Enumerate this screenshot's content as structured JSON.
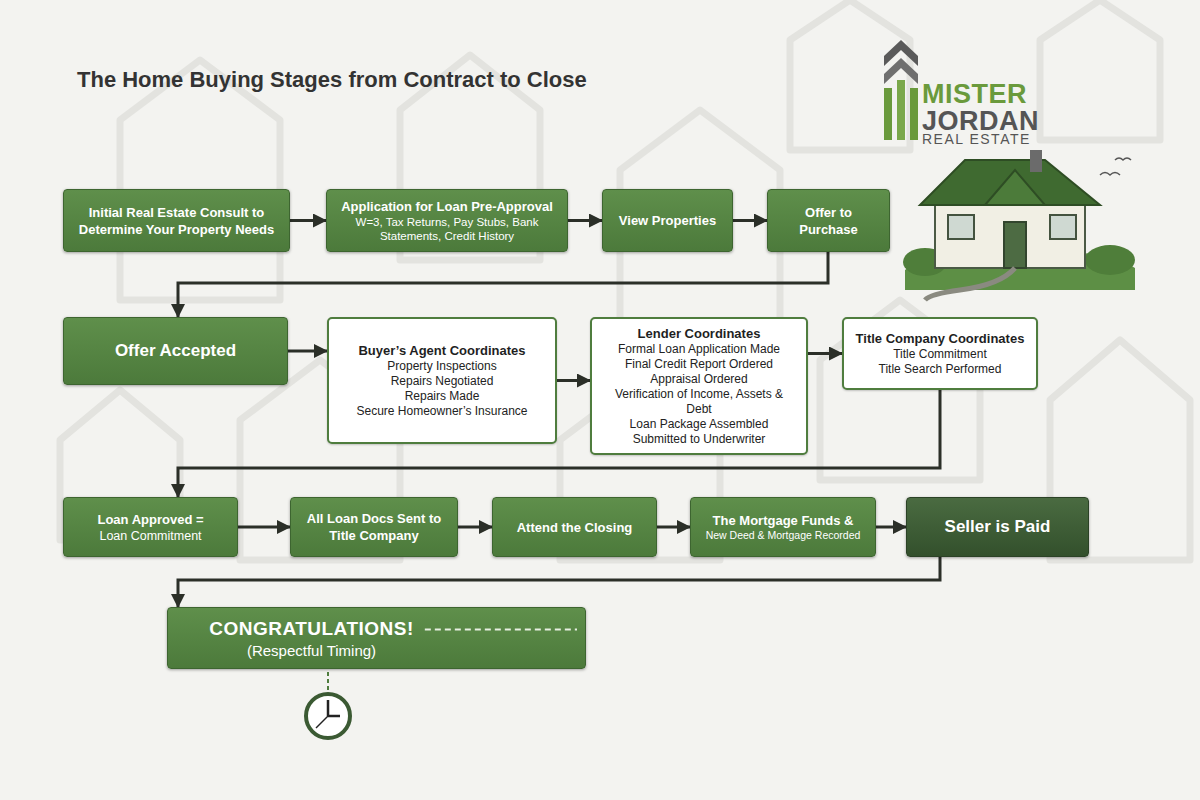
{
  "diagram": {
    "title": "The Home Buying Stages from Contract to Close",
    "nodes": [
      {
        "text": [
          "Initial Real Estate Consult to Determine Your Property Needs"
        ]
      },
      {
        "text": [
          "Application for Loan Pre-Approval",
          "W=3, Tax Returns, Pay Stubs, Bank Statements, Credit History"
        ]
      },
      {
        "text": [
          "View Properties"
        ]
      },
      {
        "text": [
          "Offer to Purchase"
        ]
      },
      {
        "text": [
          "Offer Accepted"
        ]
      },
      {
        "text": [
          "Buyer’s Agent Coordinates",
          "Property Inspections",
          "Repairs Negotiated",
          "Repairs Made",
          "Secure Homeowner’s Insurance"
        ]
      },
      {
        "text": [
          "Lender Coordinates",
          "Formal Loan Application Made",
          "Final Credit Report Ordered",
          "Appraisal Ordered",
          "Verification of Income, Assets & Debt",
          "Loan Package Assembled",
          "Submitted to Underwriter"
        ]
      },
      {
        "text": [
          "Title Company Coordinates",
          "Title Commitment",
          "Title Search Performed"
        ]
      },
      {
        "text": [
          "Loan Approved =",
          "Loan Commitment"
        ]
      },
      {
        "text": [
          "All Loan Docs Sent to Title Company"
        ]
      },
      {
        "text": [
          "Attend the Closing"
        ]
      },
      {
        "text": [
          "The Mortgage Funds &",
          "New Deed & Mortgage Recorded"
        ]
      },
      {
        "text": [
          "Seller is Paid"
        ]
      },
      {
        "text": [
          "CONGRATULATIONS!",
          "(Respectful Timing)"
        ]
      }
    ],
    "edges": [
      {
        "from": 0,
        "to": 1,
        "arrow": "to"
      },
      {
        "from": 1,
        "to": 2,
        "arrow": "to"
      },
      {
        "from": 2,
        "to": 3,
        "arrow": "to"
      },
      {
        "from": 3,
        "to": 4,
        "arrow": "to"
      },
      {
        "from": 4,
        "to": 5,
        "arrow": "to"
      },
      {
        "from": 5,
        "to": 6,
        "arrow": "to"
      },
      {
        "from": 6,
        "to": 7,
        "arrow": "to"
      },
      {
        "from": 7,
        "to": 8,
        "arrow": "to"
      },
      {
        "from": 8,
        "to": 9,
        "arrow": "to"
      },
      {
        "from": 9,
        "to": 10,
        "arrow": "to"
      },
      {
        "from": 10,
        "to": 11,
        "arrow": "to"
      },
      {
        "from": 11,
        "to": 12,
        "arrow": "to"
      },
      {
        "from": 12,
        "to": 13,
        "arrow": "to"
      }
    ],
    "labels": [
      "MISTER",
      "JORDAN",
      "REAL ESTATE"
    ]
  }
}
